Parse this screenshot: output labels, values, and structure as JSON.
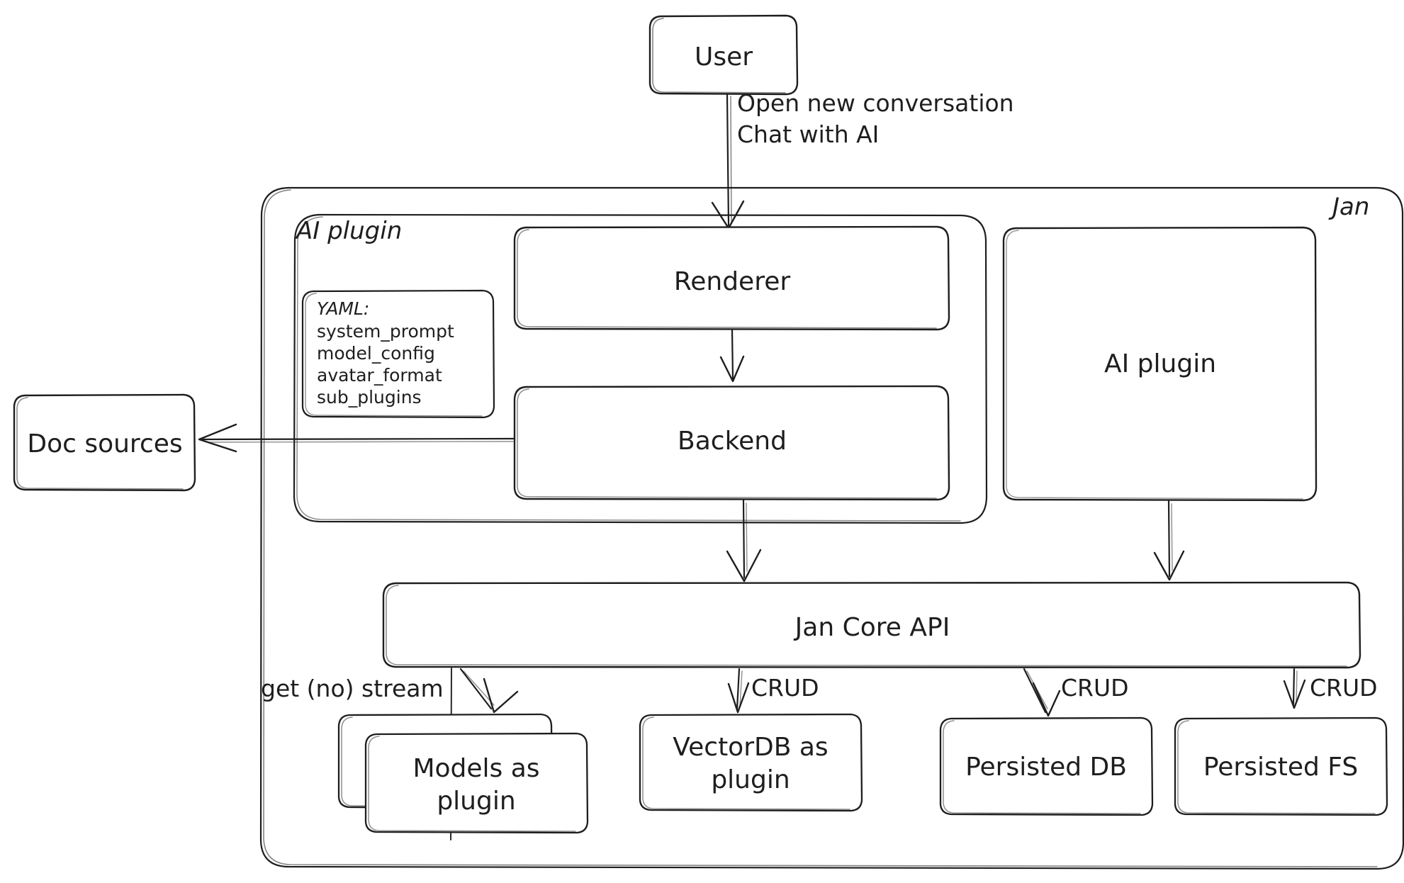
{
  "diagram": {
    "title": "Jan architecture diagram",
    "style": "hand-drawn",
    "stroke_color": "#1e1e1e",
    "background_color": "#ffffff",
    "containers": [
      {
        "id": "jan",
        "label": "Jan",
        "label_position": "top-right"
      },
      {
        "id": "ai-plugin-group",
        "label": "AI plugin",
        "label_position": "top-left"
      }
    ],
    "nodes": [
      {
        "id": "user",
        "label": "User"
      },
      {
        "id": "renderer",
        "label": "Renderer"
      },
      {
        "id": "backend",
        "label": "Backend"
      },
      {
        "id": "yaml",
        "label": "YAML:\nsystem_prompt\nmodel_config\navatar_format\nsub_plugins"
      },
      {
        "id": "doc-sources",
        "label": "Doc sources"
      },
      {
        "id": "ai-plugin",
        "label": "AI plugin"
      },
      {
        "id": "jan-core-api",
        "label": "Jan Core API"
      },
      {
        "id": "models-as-plugin",
        "label": "Models as\nplugin",
        "stacked": true
      },
      {
        "id": "vectordb-as-plugin",
        "label": "VectorDB as\nplugin"
      },
      {
        "id": "persisted-db",
        "label": "Persisted DB"
      },
      {
        "id": "persisted-fs",
        "label": "Persisted FS"
      }
    ],
    "edges": [
      {
        "from": "user",
        "to": "renderer",
        "label": "Open new conversation\nChat with AI"
      },
      {
        "from": "renderer",
        "to": "backend",
        "label": ""
      },
      {
        "from": "backend",
        "to": "doc-sources",
        "label": ""
      },
      {
        "from": "backend",
        "to": "jan-core-api",
        "label": ""
      },
      {
        "from": "ai-plugin",
        "to": "jan-core-api",
        "label": ""
      },
      {
        "from": "jan-core-api",
        "to": "models-as-plugin",
        "label": "get (no) stream"
      },
      {
        "from": "jan-core-api",
        "to": "vectordb-as-plugin",
        "label": "CRUD"
      },
      {
        "from": "jan-core-api",
        "to": "persisted-db",
        "label": "CRUD"
      },
      {
        "from": "jan-core-api",
        "to": "persisted-fs",
        "label": "CRUD"
      }
    ]
  },
  "labels": {
    "user": "User",
    "user_to_renderer_line1": "Open new conversation",
    "user_to_renderer_line2": "Chat with AI",
    "jan": "Jan",
    "ai_plugin_group": "AI plugin",
    "renderer": "Renderer",
    "backend": "Backend",
    "yaml_header": "YAML:",
    "yaml_item_1": "system_prompt",
    "yaml_item_2": "model_config",
    "yaml_item_3": "avatar_format",
    "yaml_item_4": "sub_plugins",
    "doc_sources": "Doc sources",
    "ai_plugin": "AI plugin",
    "jan_core_api": "Jan Core API",
    "get_no_stream": "get (no) stream",
    "crud_1": "CRUD",
    "crud_2": "CRUD",
    "crud_3": "CRUD",
    "models_as_plugin_line1": "Models as",
    "models_as_plugin_line2": "plugin",
    "vectordb_as_plugin_line1": "VectorDB as",
    "vectordb_as_plugin_line2": "plugin",
    "persisted_db": "Persisted DB",
    "persisted_fs": "Persisted FS"
  }
}
